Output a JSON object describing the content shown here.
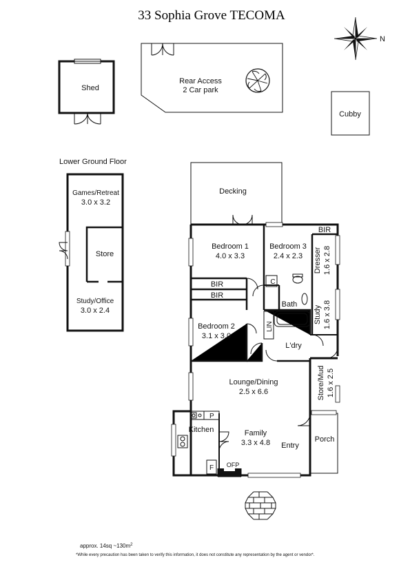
{
  "title": "33 Sophia Grove TECOMA",
  "compass": {
    "label": "N",
    "icon": "compass-rose-icon"
  },
  "outbuildings": {
    "shed": "Shed",
    "rear_access_line1": "Rear Access",
    "rear_access_line2": "2 Car park",
    "cubby": "Cubby"
  },
  "lower_ground": {
    "heading": "Lower Ground Floor",
    "games_name": "Games/Retreat",
    "games_dims": "3.0 x 3.2",
    "store": "Store",
    "study_name": "Study/Office",
    "study_dims": "3.0 x 2.4"
  },
  "main_floor": {
    "decking": "Decking",
    "bed1_name": "Bedroom 1",
    "bed1_dims": "4.0 x 3.3",
    "bed3_name": "Bedroom 3",
    "bed3_dims": "2.4 x 2.3",
    "bir": "BIR",
    "dresser_name": "Dresser",
    "dresser_dims": "1.6 x 2.8",
    "c": "C",
    "bath": "Bath",
    "lin": "LIN",
    "study_name": "Study",
    "study_dims": "1.6 x 3.8",
    "bed2_name": "Bedroom 2",
    "bed2_dims": "3.1 x 3.0",
    "laundry": "L'dry",
    "storemud_name": "Store/Mud",
    "storemud_dims": "1.6 x 2.5",
    "lounge_name": "Lounge/Dining",
    "lounge_dims": "2.5 x 6.6",
    "kitchen": "Kitchen",
    "p": "P",
    "f": "F",
    "family_name": "Family",
    "family_dims": "3.3 x 4.8",
    "entry": "Entry",
    "porch": "Porch",
    "ofp": "OFP"
  },
  "footer": {
    "area_text": "approx. 14sq ~130m",
    "area_sup": "2",
    "disclaimer": "*While every precaution has been taken to verify this information, it does not constitute any representation by the agent or vendor*."
  }
}
